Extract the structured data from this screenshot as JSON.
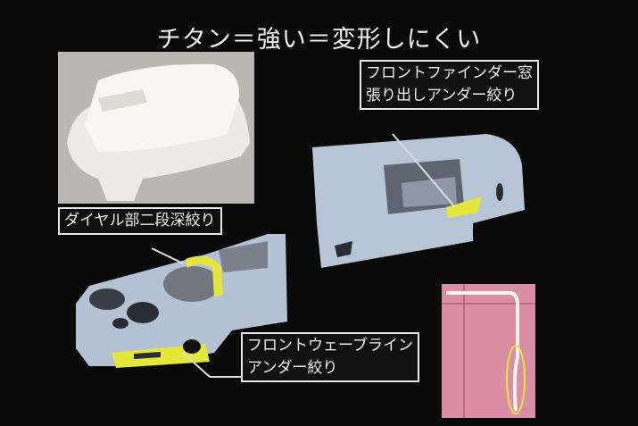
{
  "slide": {
    "title": "チタン＝強い＝変形しにくい",
    "labels": {
      "finder_line1": "フロントファインダー窓",
      "finder_line2": "張り出しアンダー絞り",
      "dial": "ダイヤル部二段深絞り",
      "wave_line1": "フロントウェーブライン",
      "wave_line2": "アンダー絞り"
    },
    "colors": {
      "background": "#0b0a0a",
      "part": "#b9c6d6",
      "highlight": "#e4e63a",
      "section": "#d98ea6"
    }
  }
}
